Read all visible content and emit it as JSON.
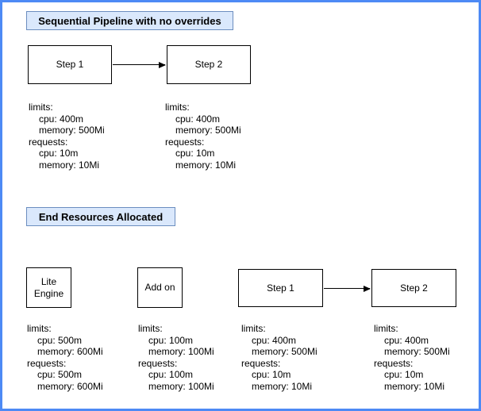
{
  "colors": {
    "frame_border": "#4d8af5",
    "title_fill": "#dae8fc",
    "title_border": "#6c8ebf",
    "node_border": "#000000",
    "node_fill": "#ffffff"
  },
  "sections": [
    {
      "title": "Sequential Pipeline with no overrides",
      "nodes": [
        {
          "label": "Step 1",
          "lines": [
            "limits:",
            "cpu: 400m",
            "memory: 500Mi",
            "requests:",
            "cpu: 10m",
            "memory: 10Mi"
          ]
        },
        {
          "label": "Step 2",
          "lines": [
            "limits:",
            "cpu: 400m",
            "memory: 500Mi",
            "requests:",
            "cpu: 10m",
            "memory: 10Mi"
          ]
        }
      ]
    },
    {
      "title": "End Resources Allocated",
      "nodes": [
        {
          "label": "Lite Engine",
          "lines": [
            "limits:",
            "cpu: 500m",
            "memory: 600Mi",
            "requests:",
            "cpu: 500m",
            "memory: 600Mi"
          ]
        },
        {
          "label": "Add on",
          "lines": [
            "limits:",
            "cpu: 100m",
            "memory: 100Mi",
            "requests:",
            "cpu: 100m",
            "memory: 100Mi"
          ]
        },
        {
          "label": "Step 1",
          "lines": [
            "limits:",
            "cpu: 400m",
            "memory: 500Mi",
            "requests:",
            "cpu: 10m",
            "memory: 10Mi"
          ]
        },
        {
          "label": "Step 2",
          "lines": [
            "limits:",
            "cpu: 400m",
            "memory: 500Mi",
            "requests:",
            "cpu: 10m",
            "memory: 10Mi"
          ]
        }
      ]
    }
  ]
}
